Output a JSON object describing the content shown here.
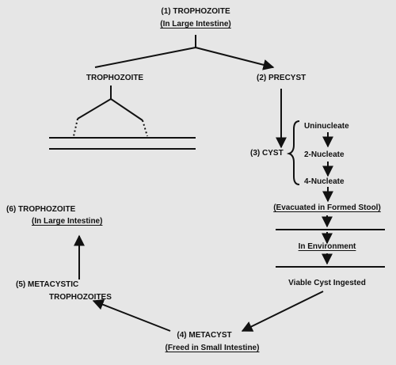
{
  "stages": {
    "s1": {
      "num": "(1)",
      "name": "TROPHOZOITE",
      "location": "(In Large Intestine)"
    },
    "branch_left": {
      "name": "TROPHOZOITE"
    },
    "s2": {
      "num": "(2)",
      "name": "PRECYST"
    },
    "s3": {
      "num": "(3)",
      "name": "CYST"
    },
    "nuclear": [
      "Uninucleate",
      "2-Nucleate",
      "4-Nucleate"
    ],
    "evacuated": "(Evacuated in Formed Stool)",
    "environment": "In Environment",
    "ingested": "Viable Cyst Ingested",
    "s4": {
      "num": "(4)",
      "name": "METACYST",
      "location": "(Freed in Small Intestine)"
    },
    "s5": {
      "num": "(5)",
      "name_line1": "METACYSTIC",
      "name_line2": "TROPHOZOITES"
    },
    "s6": {
      "num": "(6)",
      "name": "TROPHOZOITE",
      "location": "(In Large Intestine)"
    }
  },
  "colors": {
    "ink": "#111111",
    "background": "#e6e6e6"
  }
}
